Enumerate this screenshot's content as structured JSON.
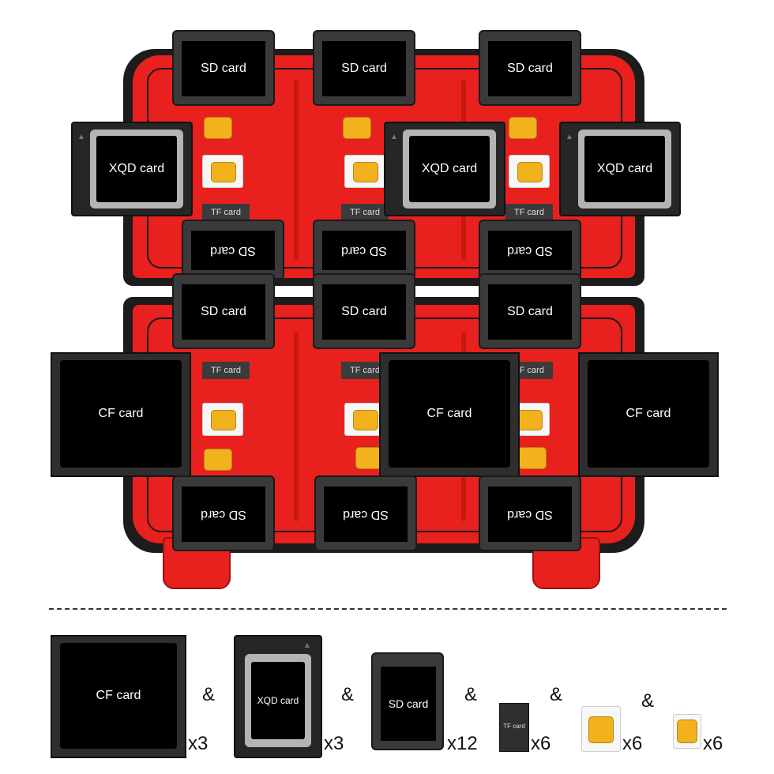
{
  "case": {
    "top_sd_labels": [
      "SD card",
      "SD card",
      "SD card"
    ],
    "xqd_labels": [
      "XQD card",
      "XQD card",
      "XQD card"
    ],
    "tf_labels": [
      "TF card",
      "TF card",
      "TF card"
    ],
    "upper_flipped_sd_labels": [
      "SD card",
      "SD card",
      "SD card"
    ],
    "lower_sd_labels": [
      "SD card",
      "SD card",
      "SD card"
    ],
    "lower_tf_labels": [
      "TF card",
      "TF card",
      "TF card"
    ],
    "cf_labels": [
      "CF card",
      "CF card",
      "CF card"
    ],
    "bottom_flipped_sd_labels": [
      "SD card",
      "SD card",
      "SD card"
    ]
  },
  "legend": {
    "items": [
      {
        "label": "CF card",
        "qty": "x3"
      },
      {
        "label": "XQD card",
        "qty": "x3"
      },
      {
        "label": "SD card",
        "qty": "x12"
      },
      {
        "label": "TF card",
        "qty": "x6"
      },
      {
        "label": "",
        "qty": "x6"
      },
      {
        "label": "",
        "qty": "x6"
      }
    ],
    "separator": "&"
  },
  "colors": {
    "case_red": "#e8201e",
    "case_black": "#1c1c1c",
    "card_black": "#000000",
    "chip_gold": "#f2b21d"
  }
}
